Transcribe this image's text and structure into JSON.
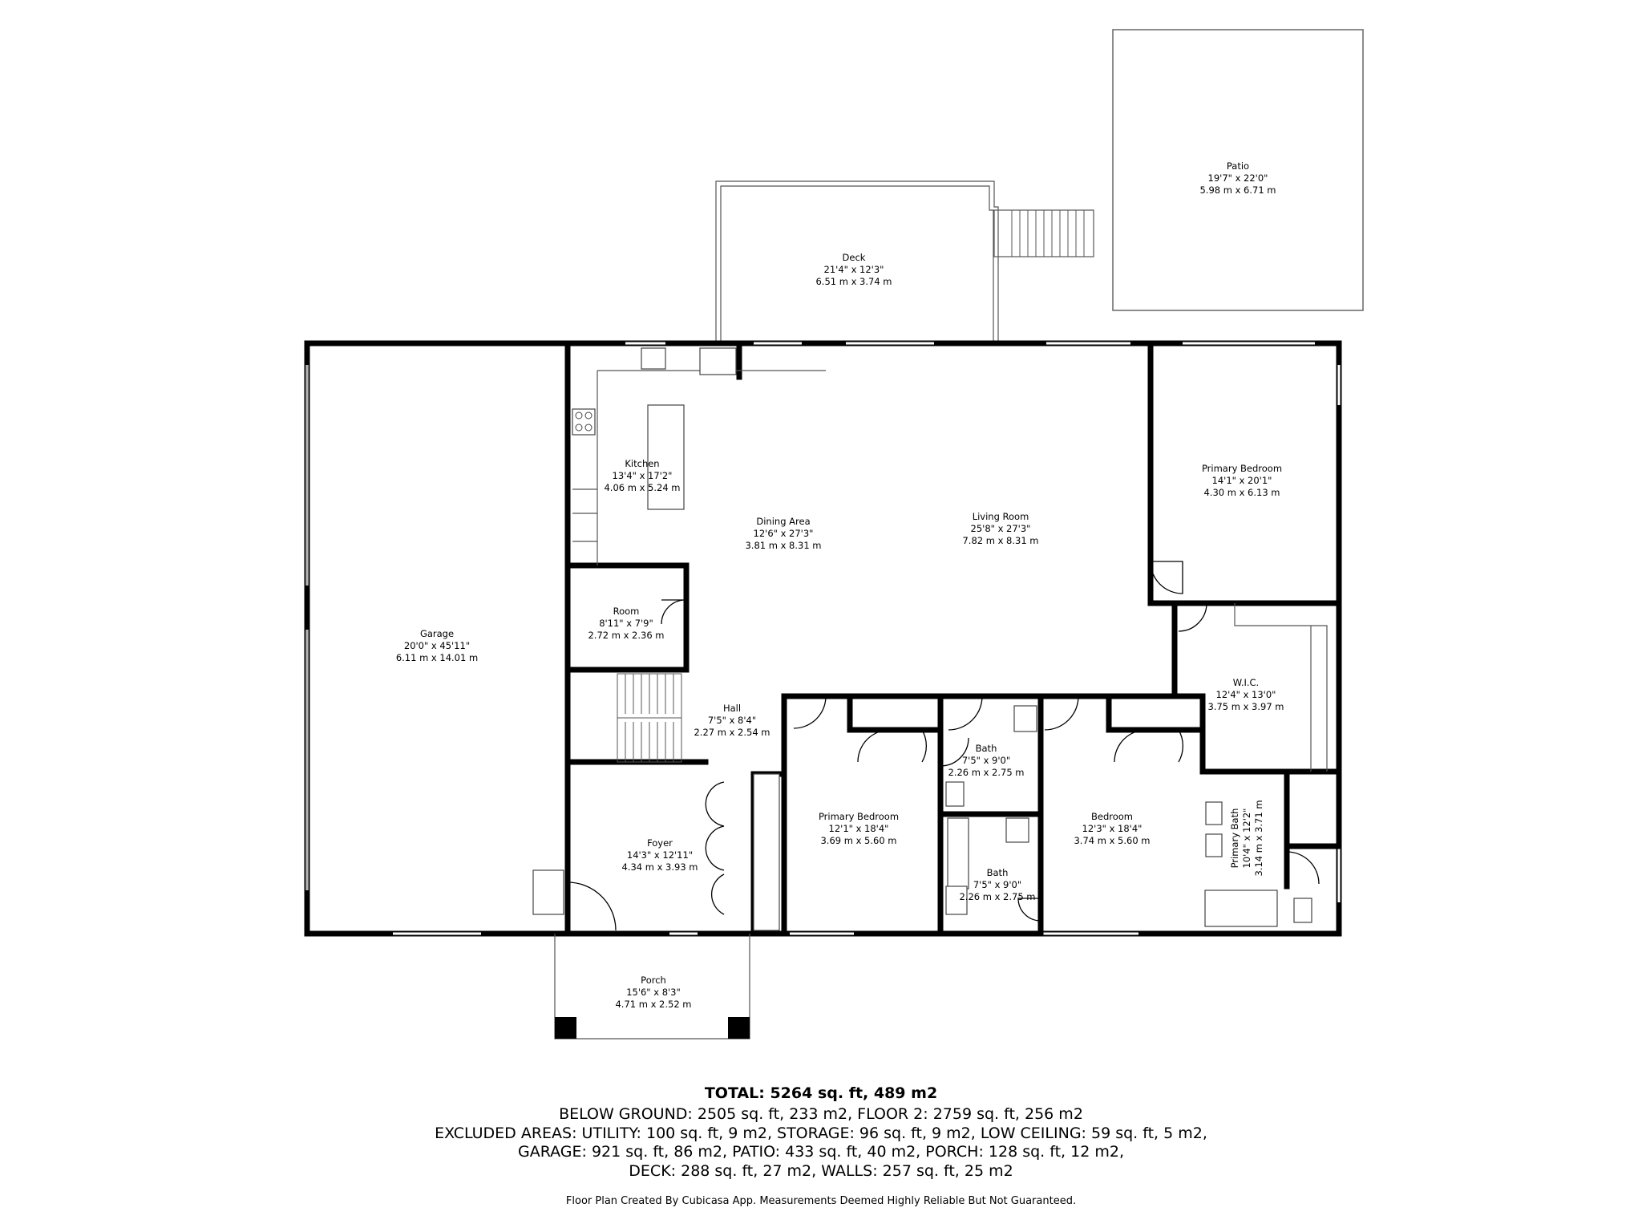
{
  "rooms": {
    "patio": {
      "name": "Patio",
      "imperial": "19'7\" x 22'0\"",
      "metric": "5.98 m x 6.71 m"
    },
    "deck": {
      "name": "Deck",
      "imperial": "21'4\" x 12'3\"",
      "metric": "6.51 m x 3.74 m"
    },
    "kitchen": {
      "name": "Kitchen",
      "imperial": "13'4\" x 17'2\"",
      "metric": "4.06 m x 5.24 m"
    },
    "dining": {
      "name": "Dining Area",
      "imperial": "12'6\" x 27'3\"",
      "metric": "3.81 m x 8.31 m"
    },
    "living": {
      "name": "Living Room",
      "imperial": "25'8\" x 27'3\"",
      "metric": "7.82 m x 8.31 m"
    },
    "primary_bed_1": {
      "name": "Primary Bedroom",
      "imperial": "14'1\" x 20'1\"",
      "metric": "4.30 m x 6.13 m"
    },
    "garage": {
      "name": "Garage",
      "imperial": "20'0\" x 45'11\"",
      "metric": "6.11 m x 14.01 m"
    },
    "room": {
      "name": "Room",
      "imperial": "8'11\" x 7'9\"",
      "metric": "2.72 m x 2.36 m"
    },
    "wic": {
      "name": "W.I.C.",
      "imperial": "12'4\" x 13'0\"",
      "metric": "3.75 m x 3.97 m"
    },
    "hall": {
      "name": "Hall",
      "imperial": "7'5\" x 8'4\"",
      "metric": "2.27 m x 2.54 m"
    },
    "bath_1": {
      "name": "Bath",
      "imperial": "7'5\" x 9'0\"",
      "metric": "2.26 m x 2.75 m"
    },
    "primary_bed_2": {
      "name": "Primary Bedroom",
      "imperial": "12'1\" x 18'4\"",
      "metric": "3.69 m x 5.60 m"
    },
    "bedroom": {
      "name": "Bedroom",
      "imperial": "12'3\" x 18'4\"",
      "metric": "3.74 m x 5.60 m"
    },
    "primary_bath": {
      "name": "Primary Bath",
      "imperial": "10'4\" x 12'2\"",
      "metric": "3.14 m x 3.71 m"
    },
    "foyer": {
      "name": "Foyer",
      "imperial": "14'3\" x 12'11\"",
      "metric": "4.34 m x 3.93 m"
    },
    "bath_2": {
      "name": "Bath",
      "imperial": "7'5\" x 9'0\"",
      "metric": "2.26 m x 2.75 m"
    },
    "porch": {
      "name": "Porch",
      "imperial": "15'6\" x 8'3\"",
      "metric": "4.71 m x 2.52 m"
    }
  },
  "summary": {
    "total": "TOTAL: 5264 sq. ft, 489 m2",
    "lines": [
      "BELOW GROUND: 2505 sq. ft, 233 m2, FLOOR 2: 2759 sq. ft, 256 m2",
      "EXCLUDED AREAS: UTILITY: 100 sq. ft, 9 m2, STORAGE: 96 sq. ft, 9 m2, LOW CEILING: 59 sq. ft, 5 m2,",
      "GARAGE: 921 sq. ft, 86 m2, PATIO: 433 sq. ft, 40 m2, PORCH: 128 sq. ft, 12 m2,",
      "DECK: 288 sq. ft, 27 m2, WALLS: 257 sq. ft, 25 m2"
    ],
    "footer": "Floor Plan Created By Cubicasa App. Measurements Deemed Highly Reliable But Not Guaranteed."
  }
}
